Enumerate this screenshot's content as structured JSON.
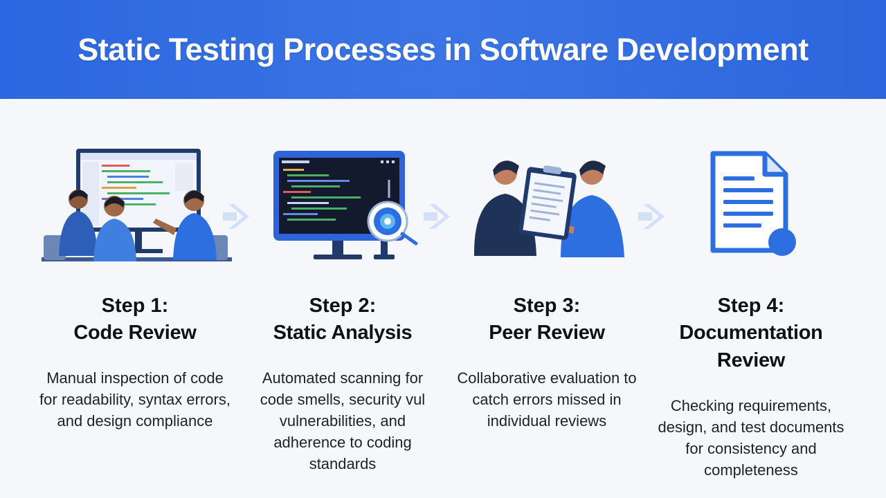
{
  "title": "Static Testing Processes in Software Development",
  "colors": {
    "header": "#2b67e0",
    "accent_blue": "#2d6fe0",
    "navy": "#1f3a6b",
    "arrow": "#c9d8f5"
  },
  "steps": [
    {
      "number": "Step 1:",
      "name": "Code Review",
      "description": "Manual inspection of code for readability, syntax errors, and design compliance",
      "icon": "team-at-monitor-icon"
    },
    {
      "number": "Step 2:",
      "name": "Static Analysis",
      "description": "Automated scanning for code smells, security vul vulnerabilities, and adherence to coding standards",
      "icon": "code-monitor-scan-icon"
    },
    {
      "number": "Step 3:",
      "name": "Peer Review",
      "description": "Collaborative evaluation to catch errors missed in individual reviews",
      "icon": "peers-with-clipboard-icon"
    },
    {
      "number": "Step 4:",
      "name": "Documentation Review",
      "description": "Checking requirements, design, and test documents for consistency and completeness",
      "icon": "document-icon"
    }
  ]
}
